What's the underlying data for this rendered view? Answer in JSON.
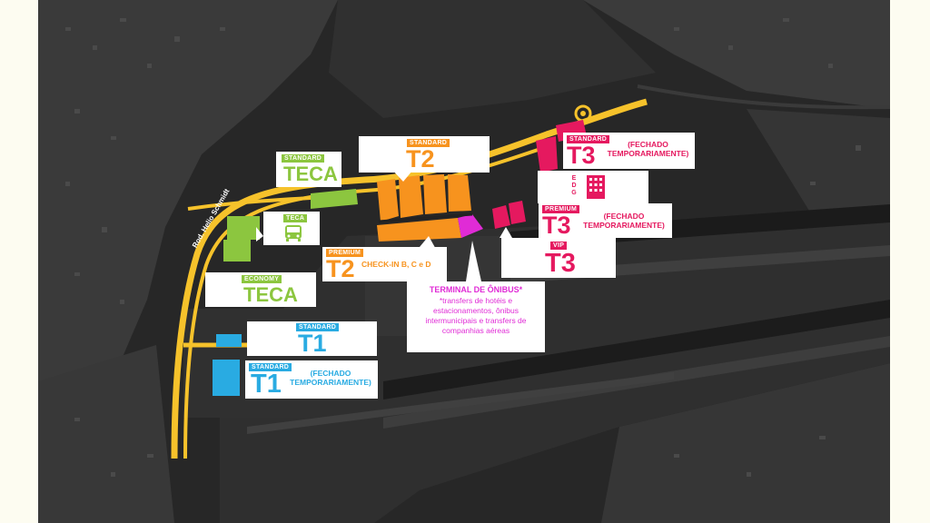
{
  "road_name": "Rod. Helio Schmidt",
  "colors": {
    "teca": "#8cc63f",
    "t2": "#f7931e",
    "t3": "#e5195f",
    "t1": "#29abe2",
    "bus": "#e02bd6",
    "road": "#f6c22b"
  },
  "labels": {
    "teca_standard": {
      "tag": "STANDARD",
      "title": "TECA"
    },
    "teca_bus": {
      "title": "TECA",
      "icon": "bus-icon"
    },
    "teca_economy": {
      "tag": "ECONOMY",
      "title": "TECA"
    },
    "t2_standard": {
      "tag": "STANDARD",
      "title": "T2"
    },
    "t2_premium": {
      "tag": "PREMIUM",
      "title": "T2",
      "note": "CHECK-IN B, C e D"
    },
    "t3_standard": {
      "tag": "STANDARD",
      "title": "T3",
      "note": "(FECHADO TEMPORARIAMENTE)"
    },
    "edg": {
      "title": "EDG",
      "icon": "building-icon"
    },
    "t3_premium": {
      "tag": "PREMIUM",
      "title": "T3",
      "note": "(FECHADO TEMPORARIAMENTE)"
    },
    "t3_vip": {
      "tag": "VIP",
      "title": "T3"
    },
    "bus_terminal": {
      "title": "TERMINAL DE ÔNIBUS*",
      "text": "*transfers de hotéis e estacionamentos, ônibus intermunicipais e transfers de companhias aéreas"
    },
    "t1_standard": {
      "tag": "STANDARD",
      "title": "T1"
    },
    "t1_closed": {
      "tag": "STANDARD",
      "title": "T1",
      "note": "(FECHADO TEMPORARIAMENTE)"
    }
  }
}
